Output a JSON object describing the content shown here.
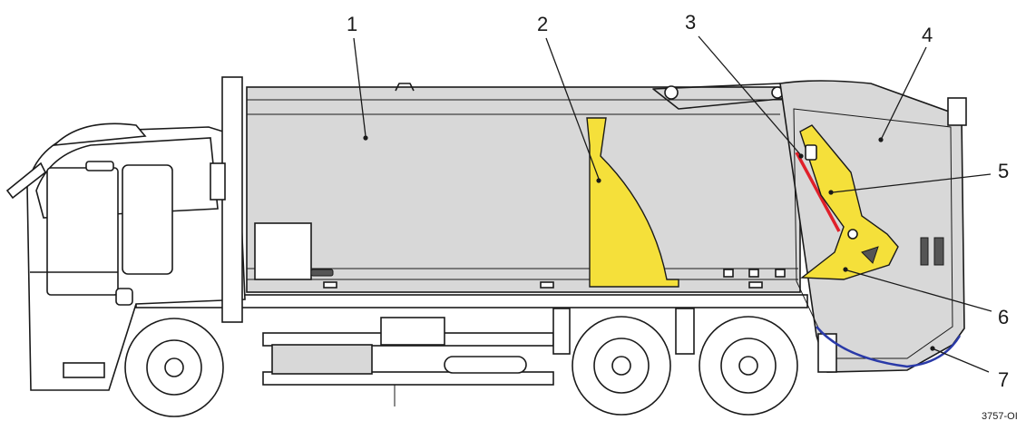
{
  "callouts": [
    {
      "id": "1",
      "text": "1"
    },
    {
      "id": "2",
      "text": "2"
    },
    {
      "id": "3",
      "text": "3"
    },
    {
      "id": "4",
      "text": "4"
    },
    {
      "id": "5",
      "text": "5"
    },
    {
      "id": "6",
      "text": "6"
    },
    {
      "id": "7",
      "text": "7"
    }
  ],
  "reference_code": "3757-OI",
  "colors": {
    "body_fill": "#d8d8d8",
    "highlight_yellow": "#f5e03a",
    "seal_red": "#e0202a",
    "hose_blue": "#2a3aa8",
    "outline": "#1a1a1a"
  }
}
